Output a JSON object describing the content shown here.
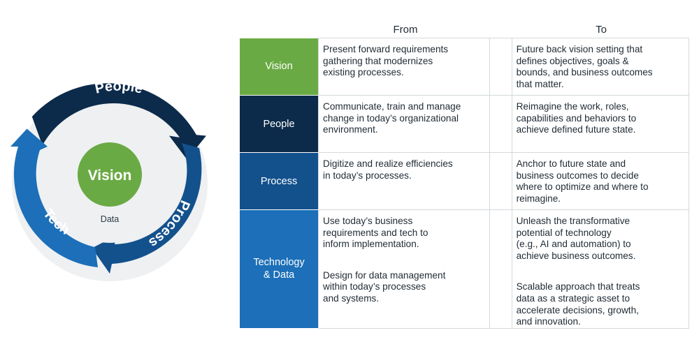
{
  "cycle": {
    "center": "Vision",
    "inner_label": "Data",
    "segments": [
      "People",
      "Process",
      "Tech"
    ]
  },
  "colors": {
    "vision_green": "#6aaa44",
    "people_navy": "#0c2b4b",
    "process_blue": "#13518d",
    "tech_blue": "#1c6fb8",
    "ring_gray": "#eef0f2"
  },
  "table": {
    "header_from": "From",
    "header_to": "To",
    "rows": [
      {
        "label": "Vision",
        "from": [
          "Present forward requirements\ngathering that modernizes\nexisting processes."
        ],
        "to": [
          "Future back vision setting that\ndefines objectives, goals &\nbounds, and business outcomes\nthat matter."
        ]
      },
      {
        "label": "People",
        "from": [
          "Communicate, train and manage\nchange in today’s organizational\nenvironment."
        ],
        "to": [
          "Reimagine the work, roles,\ncapabilities and behaviors to\nachieve defined future state."
        ]
      },
      {
        "label": "Process",
        "from": [
          "Digitize and realize efficiencies\nin today’s processes."
        ],
        "to": [
          "Anchor to future state and\nbusiness outcomes to decide\nwhere to optimize and where to\nreimagine."
        ]
      },
      {
        "label": "Technology\n& Data",
        "from": [
          "Use today’s business\nrequirements and tech to\ninform implementation.",
          "Design for data management\nwithin today’s processes\nand systems."
        ],
        "to": [
          "Unleash the transformative\npotential of technology\n(e.g., AI and automation) to\nachieve business outcomes.",
          "Scalable approach that treats\ndata as a strategic asset to\naccelerate decisions, growth,\nand innovation."
        ]
      }
    ]
  }
}
